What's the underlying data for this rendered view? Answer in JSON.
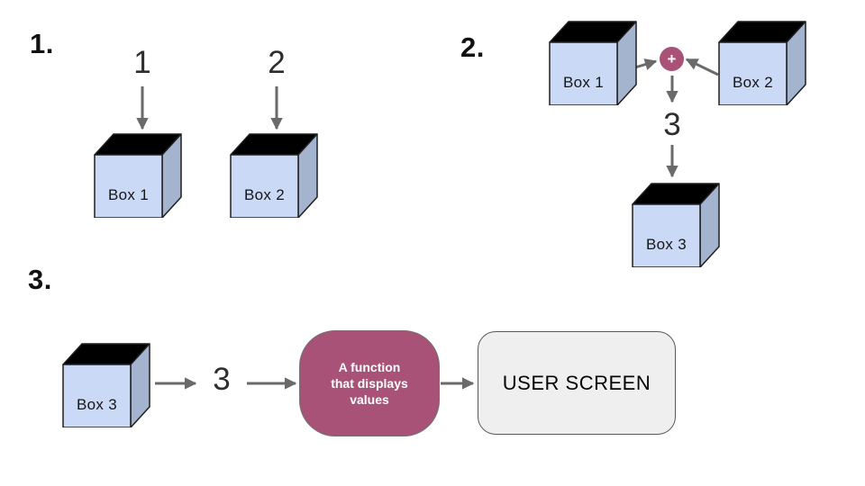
{
  "colors": {
    "box_front": "#cadaf6",
    "box_side": "#a4b3ce",
    "box_top": "#000000",
    "accent": "#a85277",
    "arrow": "#6a6a6a",
    "screen_fill": "#efefef",
    "ink": "#111111"
  },
  "diagram": {
    "section1": {
      "label": "1.",
      "items": [
        {
          "value": "1",
          "box": "Box 1"
        },
        {
          "value": "2",
          "box": "Box 2"
        }
      ]
    },
    "section2": {
      "label": "2.",
      "box1": "Box 1",
      "box2": "Box 2",
      "operator": "+",
      "result": "3",
      "box3": "Box 3"
    },
    "section3": {
      "label": "3.",
      "box3": "Box 3",
      "value": "3",
      "function_label": "A function\nthat displays\nvalues",
      "screen_label": "USER SCREEN"
    }
  }
}
